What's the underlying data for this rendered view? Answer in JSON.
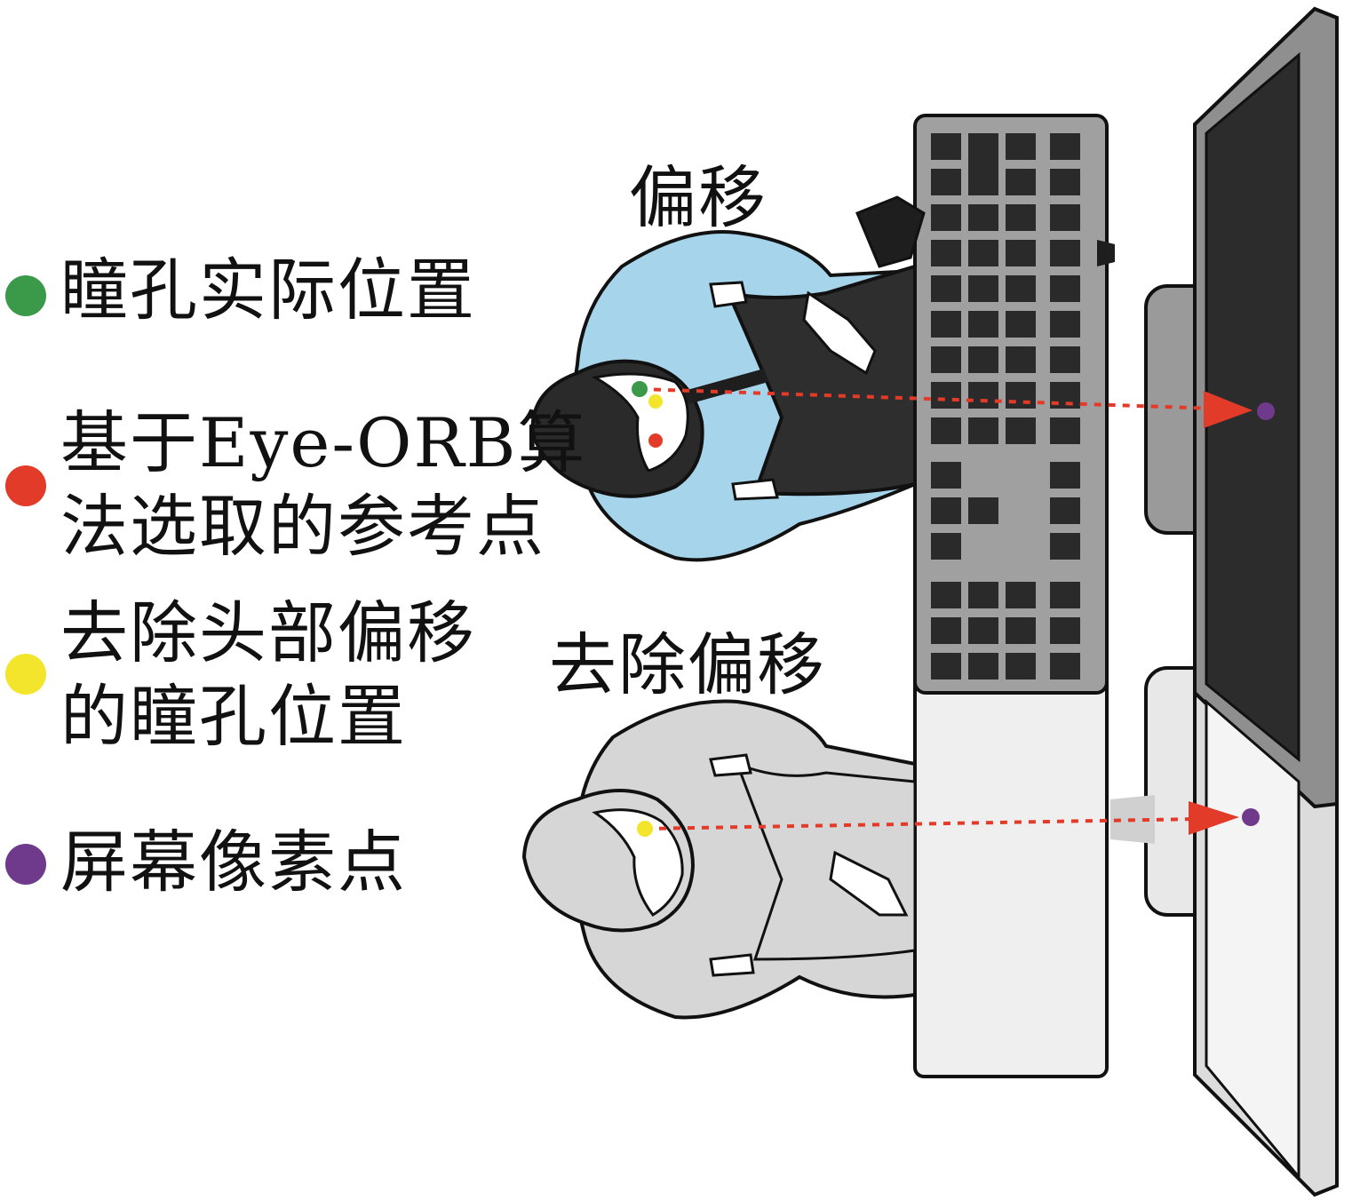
{
  "labels": {
    "offset": "偏移",
    "offset_removed": "去除偏移"
  },
  "legend": [
    {
      "text_lines": [
        "瞳孔实际位置"
      ],
      "color": "#3a9a4a"
    },
    {
      "text_lines": [
        "基于Eye-ORB算",
        "法选取的参考点"
      ],
      "color": "#e23b2a"
    },
    {
      "text_lines": [
        "去除头部偏移",
        "的瞳孔位置"
      ],
      "color": "#f3e52c"
    },
    {
      "text_lines": [
        "屏幕像素点"
      ],
      "color": "#6f3a8c"
    }
  ],
  "colors": {
    "shirt_top": "#a6d4ea",
    "shirt_bottom": "#d6d6d6",
    "keyboard_top": "#a0a0a0",
    "desk": "#efefef",
    "screen": "#2c2c2c",
    "monitor_frame": "#8f8f8f",
    "arrow": "#e23b2a"
  }
}
